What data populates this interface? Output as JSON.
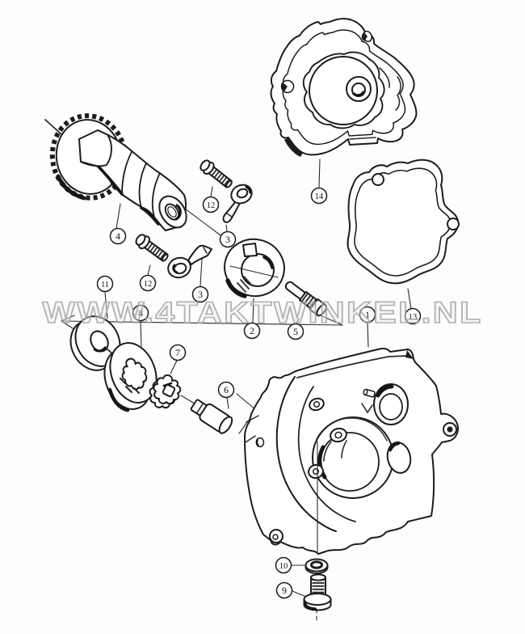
{
  "figure": {
    "watermark": "WWW.4TAKTWINKEL.NL",
    "callouts": {
      "c1": "1",
      "c2": "2",
      "c3a": "3",
      "c3b": "3",
      "c4": "4",
      "c5": "5",
      "c6": "6",
      "c7": "7",
      "c8": "8",
      "c9": "9",
      "c10": "10",
      "c11": "11",
      "c12a": "12",
      "c12b": "12",
      "c13": "13",
      "c14": "14"
    }
  }
}
